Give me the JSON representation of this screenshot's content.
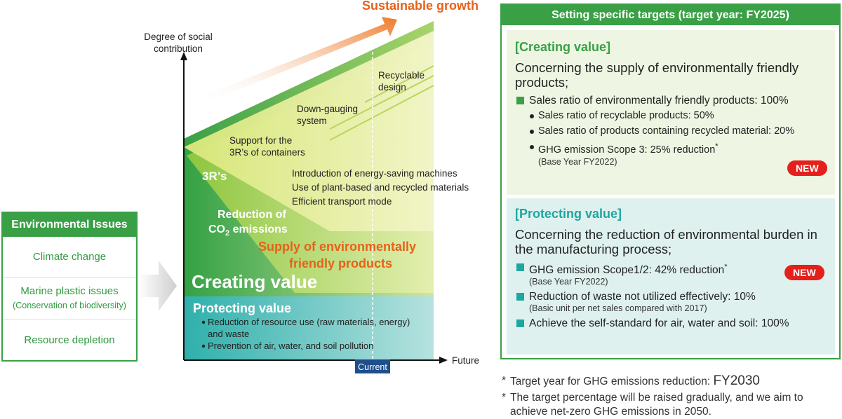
{
  "env_issues": {
    "title": "Environmental Issues",
    "items": [
      "Climate change",
      "Marine plastic issues",
      "Resource depletion"
    ],
    "item2_sub": "(Conservation of biodiversity)"
  },
  "diagram": {
    "y_axis_label_1": "Degree of social",
    "y_axis_label_2": "contribution",
    "x_axis_label": "Future",
    "current_label": "Current",
    "growth_label": "Sustainable growth",
    "recyclable_1": "Recyclable",
    "recyclable_2": "design",
    "downgauging_1": "Down-gauging",
    "downgauging_2": "system",
    "support_1": "Support for the",
    "support_2": "3R’s of containers",
    "three_rs": "3R’s",
    "intro_1": "Introduction of energy-saving machines",
    "intro_2": "Use of plant-based and recycled materials",
    "intro_3": "Efficient transport mode",
    "reduction_1": "Reduction of",
    "reduction_2a": "CO",
    "reduction_2sub": "2",
    "reduction_2b": " emissions",
    "supply_1": "Supply of environmentally",
    "supply_2": "friendly products",
    "creating_value": "Creating value",
    "protecting_value": "Protecting value",
    "protect_b1a": "Reduction of resource use (raw materials, energy)",
    "protect_b1b": "and waste",
    "protect_b2": "Prevention of air, water, and soil pollution"
  },
  "targets": {
    "header": "Setting specific targets (target year: FY2025)",
    "creating": {
      "title": "[Creating value]",
      "lead": "Concerning the supply of environmentally friendly products;",
      "main_item": "Sales ratio of environmentally friendly products: 100%",
      "sub1": "Sales ratio of recyclable products: 50%",
      "sub2": "Sales ratio of products containing recycled material: 20%",
      "sub3": "GHG emission Scope 3: 25% reduction",
      "sub3_note": "(Base Year FY2022)"
    },
    "protecting": {
      "title": "[Protecting value]",
      "lead": "Concerning the reduction of environmental burden in the manufacturing process;",
      "item1": "GHG emission Scope1/2: 42% reduction",
      "item1_note": "(Base Year FY2022)",
      "item2": "Reduction of waste not utilized effectively: 10%",
      "item2_note": "(Basic unit per net sales compared with 2017)",
      "item3": "Achieve the self-standard for air, water and soil: 100%"
    },
    "asterisk": "*",
    "new_label": "NEW"
  },
  "footnotes": {
    "fn1": "Target year for GHG emissions reduction: ",
    "fn1_big": "FY2030",
    "fn2": "The target percentage will be raised gradually, and we aim to achieve net-zero GHG emissions in 2050.",
    "marker": "*"
  },
  "colors": {
    "green": "#3aa046",
    "teal": "#1fa6a0",
    "orange": "#e8611a",
    "red": "#e3201b",
    "navy": "#1f4e8c"
  }
}
